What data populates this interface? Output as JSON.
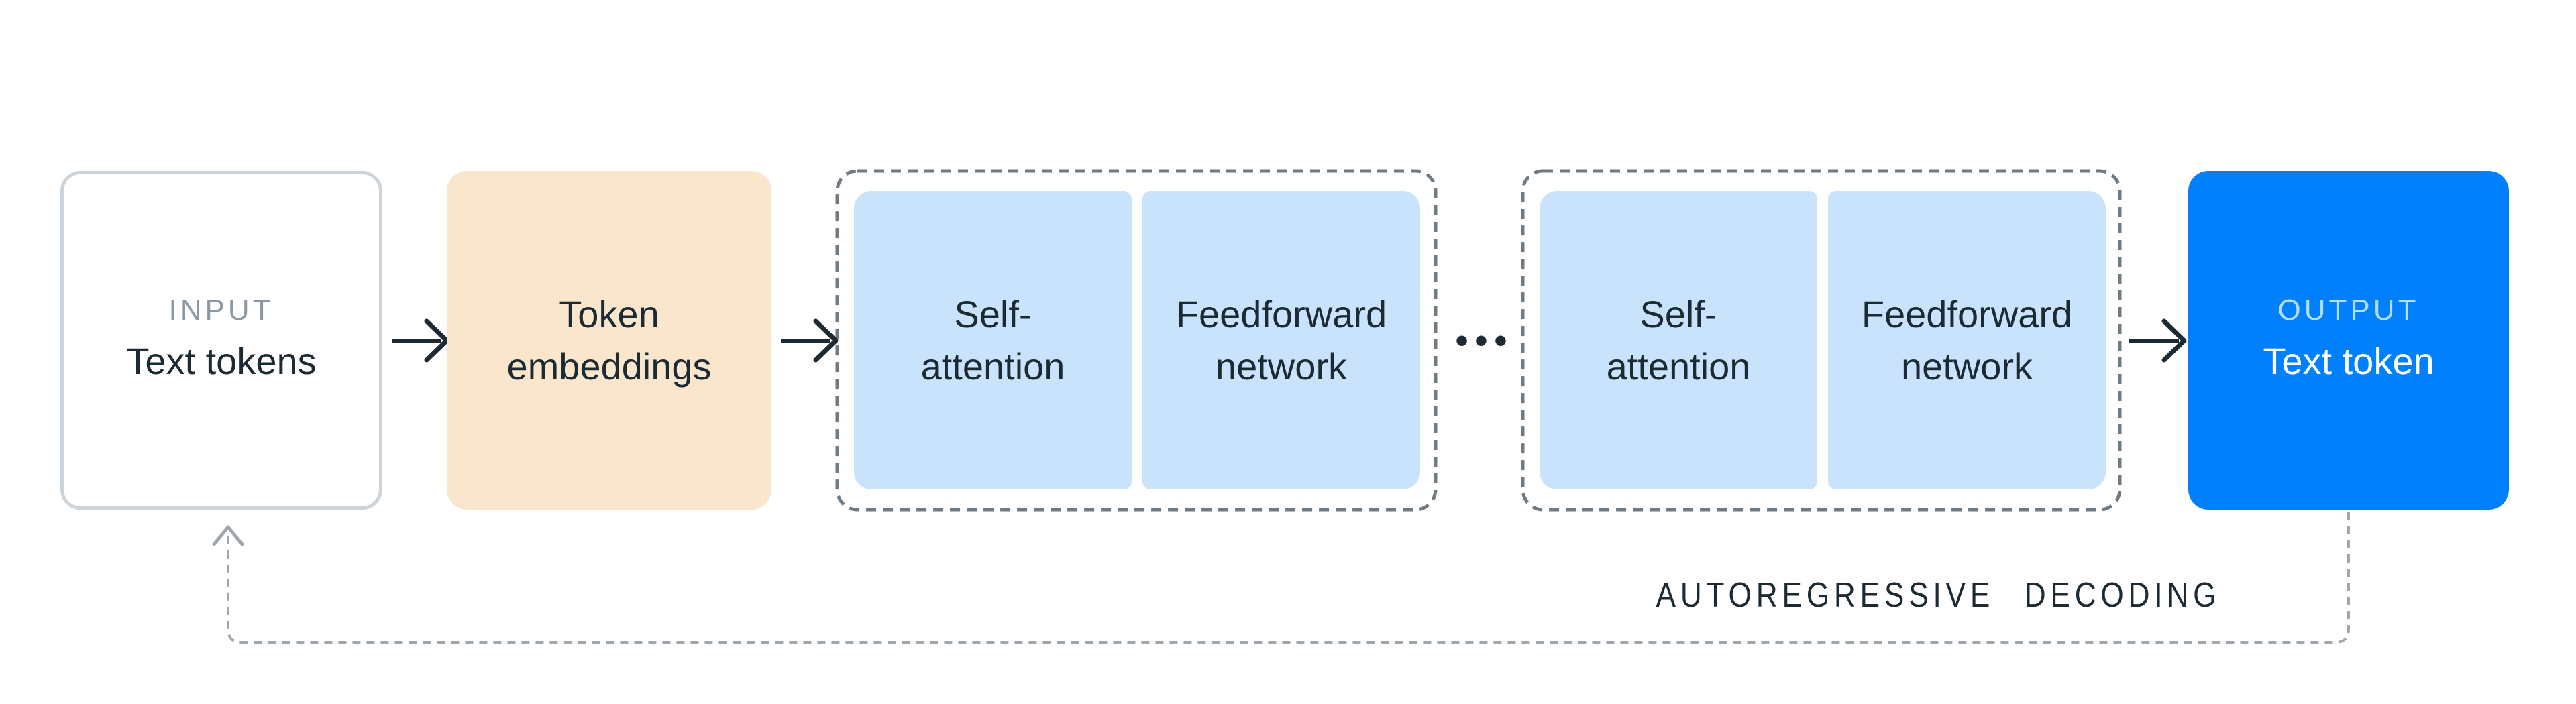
{
  "diagram": {
    "input": {
      "label": "INPUT",
      "title": "Text tokens"
    },
    "embeddings": {
      "title": "Token embeddings"
    },
    "blocks": [
      {
        "layers": [
          {
            "title": "Self-attention"
          },
          {
            "title": "Feedforward network"
          }
        ]
      },
      {
        "layers": [
          {
            "title": "Self-attention"
          },
          {
            "title": "Feedforward network"
          }
        ]
      }
    ],
    "ellipsis": "•••",
    "output": {
      "label": "OUTPUT",
      "title": "Text token"
    },
    "feedback": {
      "label": "AUTOREGRESSIVE DECODING"
    },
    "colors": {
      "text-dark": "#1C2B33",
      "muted-label": "#8C99A4",
      "input-border": "#CCD3D9",
      "embedding-bg": "#FAE6CC",
      "layer-bg": "#CAE3FC",
      "output-bg": "#0080FB",
      "output-label": "#B8DCFE",
      "block-border": "#6F7A83",
      "feedback-line": "#9EA7AE"
    }
  }
}
